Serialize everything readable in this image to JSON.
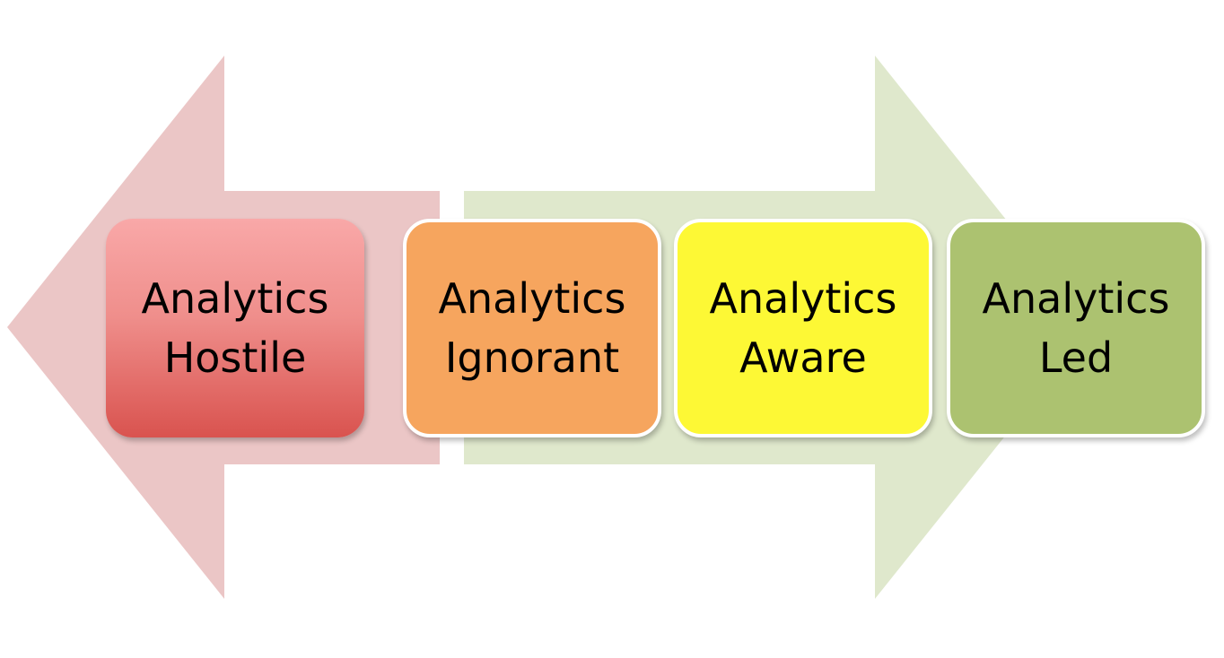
{
  "stages": [
    {
      "line1": "Analytics",
      "line2": "Hostile",
      "color": "#ef8e8b"
    },
    {
      "line1": "Analytics",
      "line2": "Ignorant",
      "color": "#f6a55e"
    },
    {
      "line1": "Analytics",
      "line2": "Aware",
      "color": "#fdf835"
    },
    {
      "line1": "Analytics",
      "line2": "Led",
      "color": "#acc270"
    }
  ],
  "arrows": {
    "left_color": "#ebc6c6",
    "right_color": "#dfe8cc"
  }
}
